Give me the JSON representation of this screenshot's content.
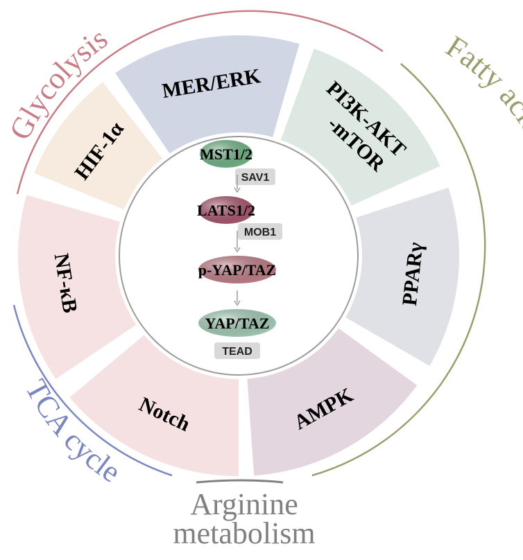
{
  "outer_labels": [
    {
      "text": "Glycolysis",
      "color": "#c77d86"
    },
    {
      "text": "Fatty acid oxidation",
      "color": "#9c9d6c"
    },
    {
      "text": "TCA cycle",
      "color": "#7a86c0"
    },
    {
      "text": "Arginine",
      "color": "#808080"
    },
    {
      "text": "metabolism",
      "color": "#808080"
    }
  ],
  "segments": [
    {
      "text": "MER/ERK",
      "fill": "#d0d6e4"
    },
    {
      "text": "PI3K-AKT",
      "text2": "-mTOR",
      "fill": "#dde8e3"
    },
    {
      "text": "PPARγ",
      "fill": "#dfe1e6"
    },
    {
      "text": "AMPK",
      "fill": "#e3d6df"
    },
    {
      "text": "Notch",
      "fill": "#f5e1e2"
    },
    {
      "text": "NF-κB",
      "fill": "#f6e2e2"
    },
    {
      "text": "HIF-1α",
      "fill": "#f7ebdf"
    }
  ],
  "pathway": {
    "nodes": [
      {
        "text": "MST1/2",
        "fill": "#6fb486",
        "tag": "SAV1"
      },
      {
        "text": "LATS1/2",
        "fill": "#a8556d",
        "tag": "MOB1"
      },
      {
        "text": "p-YAP/TAZ",
        "fill": "#c07d86",
        "tag": ""
      },
      {
        "text": "YAP/TAZ",
        "fill": "#a3cdb8",
        "tag": "TEAD"
      }
    ],
    "tag_color": "#d9d9d9",
    "arrow_color": "#9a9a9a"
  }
}
